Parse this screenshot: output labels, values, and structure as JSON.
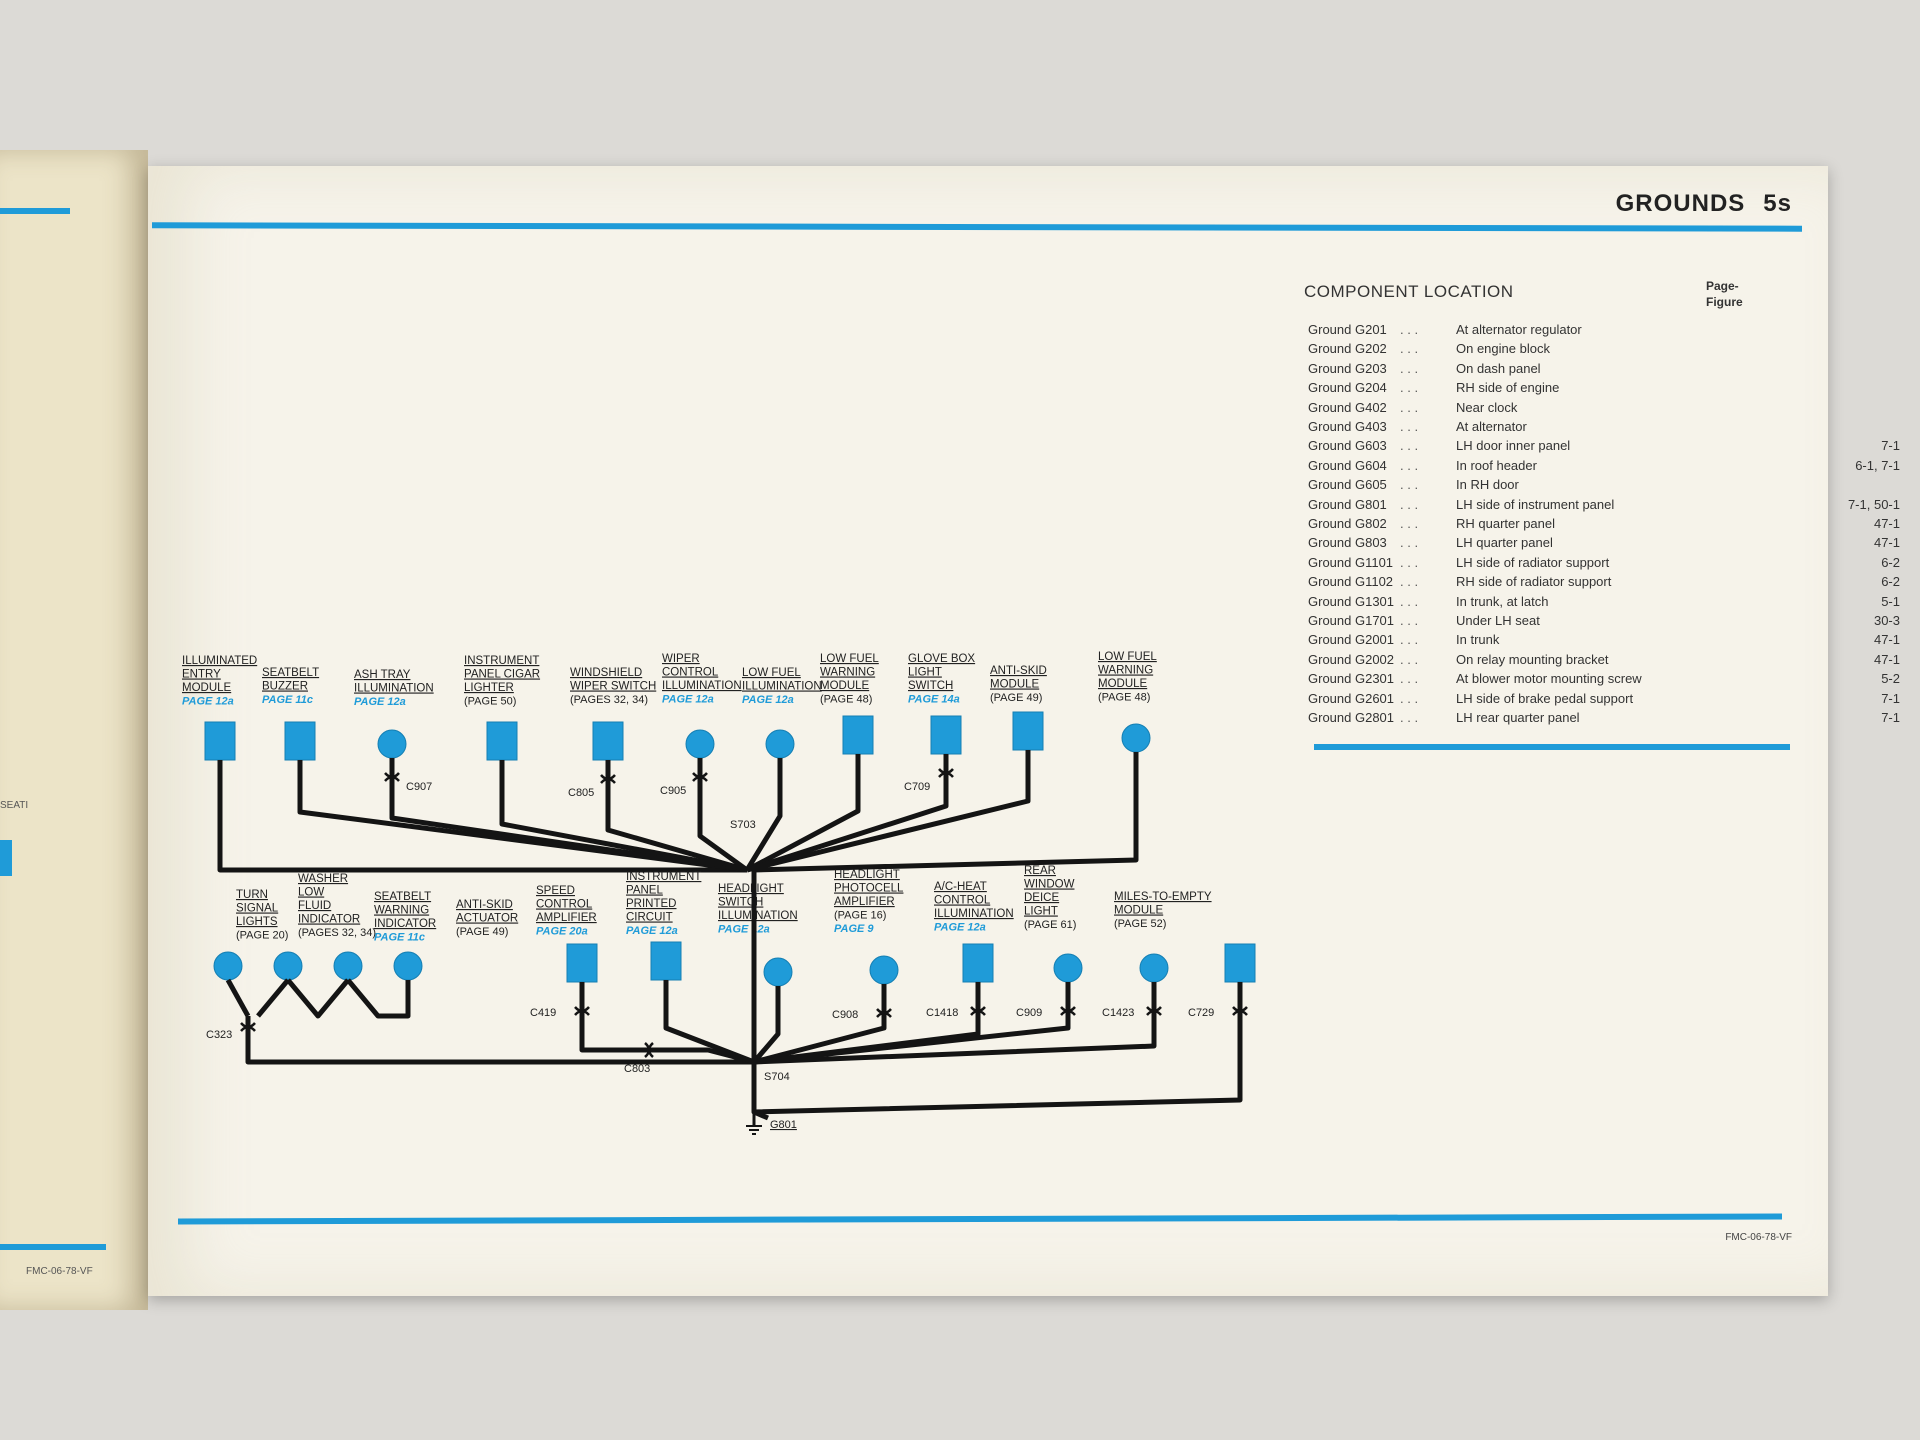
{
  "left_page": {
    "fragment_text": "SEATI",
    "footer_code": "FMC-06-78-VF"
  },
  "header": {
    "title": "GROUNDS",
    "page_number": "5s"
  },
  "footer_code": "FMC-06-78-VF",
  "component_location": {
    "heading": "COMPONENT LOCATION",
    "column_header_1": "Page-",
    "column_header_2": "Figure",
    "rows": [
      {
        "ground": "Ground G201",
        "desc": "At alternator regulator",
        "ref": ""
      },
      {
        "ground": "Ground G202",
        "desc": "On engine block",
        "ref": ""
      },
      {
        "ground": "Ground G203",
        "desc": "On dash panel",
        "ref": ""
      },
      {
        "ground": "Ground G204",
        "desc": "RH side of engine",
        "ref": ""
      },
      {
        "ground": "Ground G402",
        "desc": "Near clock",
        "ref": ""
      },
      {
        "ground": "Ground G403",
        "desc": "At alternator",
        "ref": ""
      },
      {
        "ground": "Ground G603",
        "desc": "LH door inner panel",
        "ref": "7-1"
      },
      {
        "ground": "Ground G604",
        "desc": "In roof header",
        "ref": "6-1, 7-1"
      },
      {
        "ground": "Ground G605",
        "desc": "In RH door",
        "ref": ""
      },
      {
        "ground": "Ground G801",
        "desc": "LH side of instrument panel",
        "ref": "7-1, 50-1"
      },
      {
        "ground": "Ground G802",
        "desc": "RH quarter panel",
        "ref": "47-1"
      },
      {
        "ground": "Ground G803",
        "desc": "LH quarter panel",
        "ref": "47-1"
      },
      {
        "ground": "Ground G1101",
        "desc": "LH side of radiator support",
        "ref": "6-2"
      },
      {
        "ground": "Ground G1102",
        "desc": "RH side of radiator support",
        "ref": "6-2"
      },
      {
        "ground": "Ground G1301",
        "desc": "In trunk, at latch",
        "ref": "5-1"
      },
      {
        "ground": "Ground G1701",
        "desc": "Under LH seat",
        "ref": "30-3"
      },
      {
        "ground": "Ground G2001",
        "desc": "In trunk",
        "ref": "47-1"
      },
      {
        "ground": "Ground G2002",
        "desc": "On relay mounting bracket",
        "ref": "47-1"
      },
      {
        "ground": "Ground G2301",
        "desc": "At blower motor mounting screw",
        "ref": "5-2"
      },
      {
        "ground": "Ground G2601",
        "desc": "LH side of brake pedal support",
        "ref": "7-1"
      },
      {
        "ground": "Ground G2801",
        "desc": "LH rear quarter panel",
        "ref": "7-1"
      }
    ]
  },
  "diagram": {
    "colors": {
      "symbol": "#1f9bd8",
      "wire": "#141414",
      "page_ref": "#1f9bd8"
    },
    "upper_components": [
      {
        "label": [
          "ILLUMINATED",
          "ENTRY",
          "MODULE"
        ],
        "page": "PAGE 12a",
        "page_style": "blue",
        "shape": "square"
      },
      {
        "label": [
          "SEATBELT",
          "BUZZER"
        ],
        "page": "PAGE 11c",
        "page_style": "blue",
        "shape": "square"
      },
      {
        "label": [
          "ASH TRAY",
          "ILLUMINATION"
        ],
        "page": "PAGE 12a",
        "page_style": "blue",
        "shape": "circle",
        "connector": "C907"
      },
      {
        "label": [
          "INSTRUMENT",
          "PANEL CIGAR",
          "LIGHTER"
        ],
        "page": "(PAGE 50)",
        "page_style": "black",
        "shape": "square"
      },
      {
        "label": [
          "WINDSHIELD",
          "WIPER SWITCH"
        ],
        "page": "(PAGES 32, 34)",
        "page_style": "black",
        "shape": "square",
        "connector": "C805"
      },
      {
        "label": [
          "WIPER",
          "CONTROL",
          "ILLUMINATION"
        ],
        "page": "PAGE 12a",
        "page_style": "blue",
        "shape": "circle",
        "connector": "C905"
      },
      {
        "label": [
          "LOW FUEL",
          "ILLUMINATION"
        ],
        "page": "PAGE 12a",
        "page_style": "blue",
        "shape": "circle"
      },
      {
        "label": [
          "LOW FUEL",
          "WARNING",
          "MODULE"
        ],
        "page": "(PAGE 48)",
        "page_style": "black",
        "shape": "square"
      },
      {
        "label": [
          "GLOVE BOX",
          "LIGHT",
          "SWITCH"
        ],
        "page": "PAGE 14a",
        "page_style": "blue",
        "shape": "square",
        "connector": "C709"
      },
      {
        "label": [
          "ANTI-SKID",
          "MODULE"
        ],
        "page": "(PAGE 49)",
        "page_style": "black",
        "shape": "square"
      },
      {
        "label": [
          "LOW FUEL",
          "WARNING",
          "MODULE"
        ],
        "page": "(PAGE 48)",
        "page_style": "black",
        "shape": "circle"
      }
    ],
    "upper_splice": "S703",
    "lower_components": [
      {
        "label": [
          "TURN",
          "SIGNAL",
          "LIGHTS"
        ],
        "page": "(PAGE 20)",
        "page_style": "black",
        "shape": "circle"
      },
      {
        "label": [
          "WASHER",
          "LOW",
          "FLUID",
          "INDICATOR"
        ],
        "page": "(PAGES 32, 34)",
        "page_style": "black",
        "shape": "circle"
      },
      {
        "label": [
          "SEATBELT",
          "WARNING",
          "INDICATOR"
        ],
        "page": "PAGE 11c",
        "page_style": "blue",
        "shape": "circle"
      },
      {
        "label": [
          "ANTI-SKID",
          "ACTUATOR"
        ],
        "page": "(PAGE 49)",
        "page_style": "black",
        "shape": "square",
        "connector": "C419"
      },
      {
        "label": [
          "SPEED",
          "CONTROL",
          "AMPLIFIER"
        ],
        "page": "PAGE 20a",
        "page_style": "blue",
        "shape": "square"
      },
      {
        "label": [
          "INSTRUMENT",
          "PANEL",
          "PRINTED",
          "CIRCUIT"
        ],
        "page": "PAGE 12a",
        "page_style": "blue",
        "shape": "circle"
      },
      {
        "label": [
          "HEADLIGHT",
          "SWITCH",
          "ILLUMINATION"
        ],
        "page": "PAGE 12a",
        "page_style": "blue",
        "shape": "circle",
        "connector": "C908"
      },
      {
        "label": [
          "HEADLIGHT",
          "PHOTOCELL",
          "AMPLIFIER"
        ],
        "page": "(PAGE 16)",
        "page2": "PAGE 9",
        "page_style": "black",
        "shape": "square",
        "connector": "C1418"
      },
      {
        "label": [
          "A/C-HEAT",
          "CONTROL",
          "ILLUMINATION"
        ],
        "page": "PAGE 12a",
        "page_style": "blue",
        "shape": "circle",
        "connector": "C909"
      },
      {
        "label": [
          "REAR",
          "WINDOW",
          "DEICE",
          "LIGHT"
        ],
        "page": "(PAGE 61)",
        "page_style": "black",
        "shape": "circle",
        "connector": "C1423"
      },
      {
        "label": [
          "MILES-TO-EMPTY",
          "MODULE"
        ],
        "page": "(PAGE 52)",
        "page_style": "black",
        "shape": "square",
        "connector": "C729"
      }
    ],
    "lower_connector_extra": [
      "C323",
      "C803"
    ],
    "lower_splice": "S704",
    "ground": "G801"
  }
}
